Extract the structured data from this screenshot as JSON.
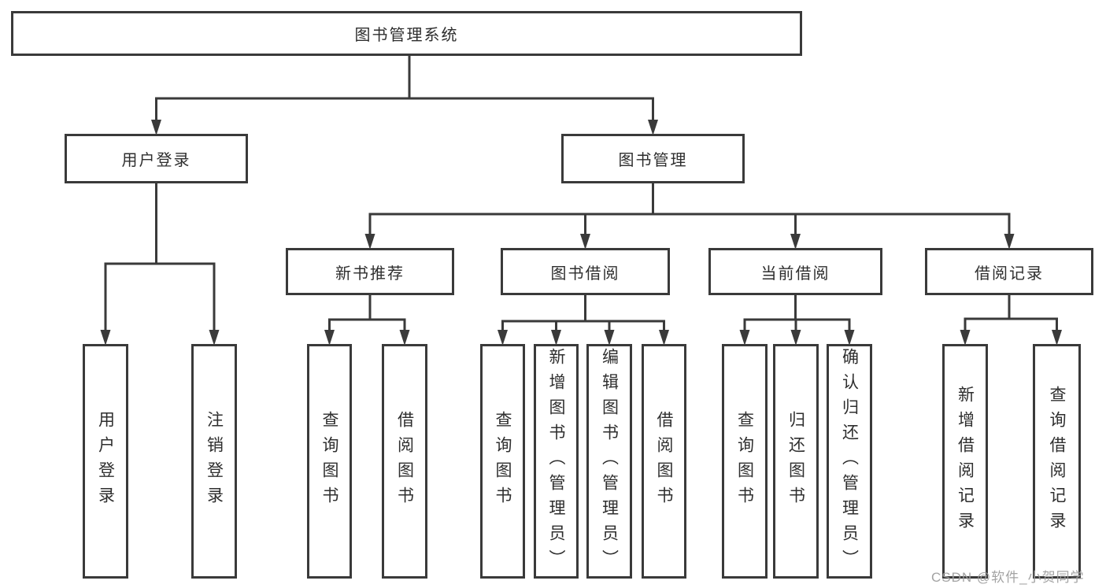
{
  "diagram": {
    "type": "tree",
    "title": "图书管理系统",
    "nodes": {
      "root": {
        "label": "图书管理系统"
      },
      "user-login": {
        "label": "用户登录"
      },
      "book-mgmt": {
        "label": "图书管理"
      },
      "new-book-rec": {
        "label": "新书推荐"
      },
      "book-borrow": {
        "label": "图书借阅"
      },
      "current-borrow": {
        "label": "当前借阅"
      },
      "borrow-records": {
        "label": "借阅记录"
      },
      "leaf-user-login": {
        "label": "用户登录"
      },
      "leaf-logout": {
        "label": "注销登录"
      },
      "leaf-rec-query": {
        "label": "查询图书"
      },
      "leaf-rec-borrow": {
        "label": "借阅图书"
      },
      "leaf-bb-query": {
        "label": "查询图书"
      },
      "leaf-bb-add": {
        "label": "新增图书（管理员）"
      },
      "leaf-bb-edit": {
        "label": "编辑图书（管理员）"
      },
      "leaf-bb-borrow": {
        "label": "借阅图书"
      },
      "leaf-cb-query": {
        "label": "查询图书"
      },
      "leaf-cb-return": {
        "label": "归还图书"
      },
      "leaf-cb-confirm": {
        "label": "确认归还（管理员）"
      },
      "leaf-br-add": {
        "label": "新增借阅记录"
      },
      "leaf-br-query": {
        "label": "查询借阅记录"
      }
    },
    "tree": {
      "root": [
        "user-login",
        "book-mgmt"
      ],
      "user-login": [
        "leaf-user-login",
        "leaf-logout"
      ],
      "book-mgmt": [
        "new-book-rec",
        "book-borrow",
        "current-borrow",
        "borrow-records"
      ],
      "new-book-rec": [
        "leaf-rec-query",
        "leaf-rec-borrow"
      ],
      "book-borrow": [
        "leaf-bb-query",
        "leaf-bb-add",
        "leaf-bb-edit",
        "leaf-bb-borrow"
      ],
      "current-borrow": [
        "leaf-cb-query",
        "leaf-cb-return",
        "leaf-cb-confirm"
      ],
      "borrow-records": [
        "leaf-br-add",
        "leaf-br-query"
      ]
    },
    "colors": {
      "line": "#3a3a3a",
      "text": "#2e2e2e",
      "background": "#ffffff",
      "watermark": "#9e9e9e"
    }
  },
  "watermark": {
    "text": "CSDN @软件_小贺同学"
  }
}
